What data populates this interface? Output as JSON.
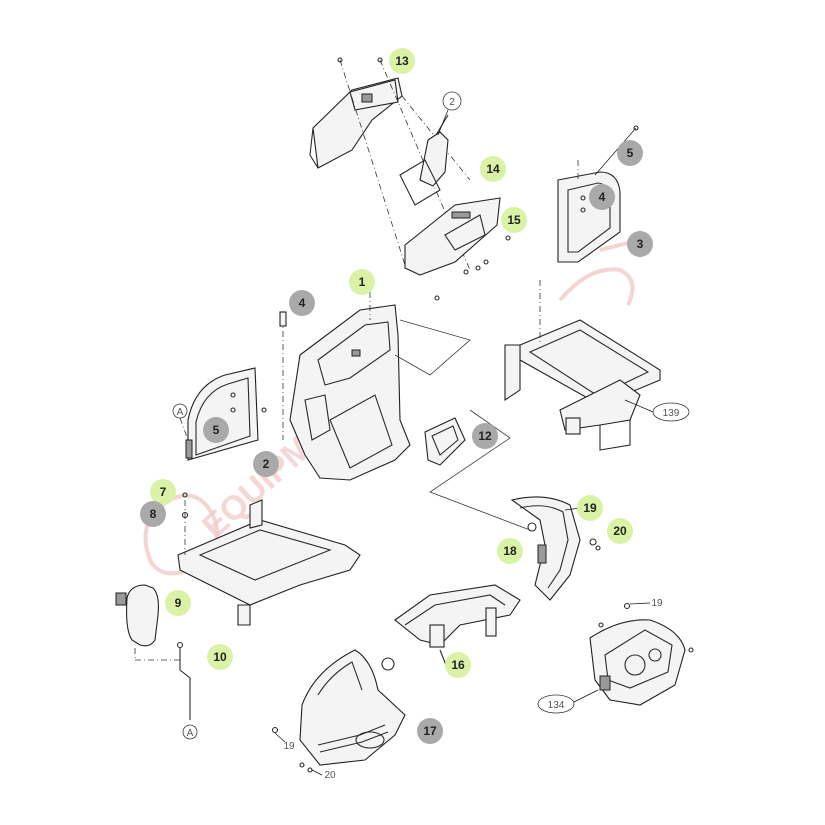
{
  "colors": {
    "badge_green": "#d9f2a6",
    "badge_grey": "#a9a9a9",
    "watermark": "#f3c9c9"
  },
  "watermark": {
    "text": "EQUIPMENT"
  },
  "callouts": [
    {
      "id": "13",
      "style": "green"
    },
    {
      "id": "14",
      "style": "green"
    },
    {
      "id": "15",
      "style": "green"
    },
    {
      "id": "5a",
      "label": "5",
      "style": "grey"
    },
    {
      "id": "4a",
      "label": "4",
      "style": "grey"
    },
    {
      "id": "3",
      "style": "grey"
    },
    {
      "id": "1",
      "style": "green"
    },
    {
      "id": "4b",
      "label": "4",
      "style": "grey"
    },
    {
      "id": "5b",
      "label": "5",
      "style": "grey"
    },
    {
      "id": "2",
      "style": "grey"
    },
    {
      "id": "12",
      "style": "grey"
    },
    {
      "id": "7",
      "style": "green"
    },
    {
      "id": "8",
      "style": "grey"
    },
    {
      "id": "19",
      "style": "green"
    },
    {
      "id": "20",
      "style": "green"
    },
    {
      "id": "18",
      "style": "green"
    },
    {
      "id": "9",
      "style": "green"
    },
    {
      "id": "10",
      "style": "green"
    },
    {
      "id": "16",
      "style": "green"
    },
    {
      "id": "17",
      "style": "grey"
    }
  ],
  "references": {
    "ref_2_top": "2",
    "ref_a_upper": "A",
    "ref_a_lower": "A",
    "ref_139": "139",
    "ref_134": "134",
    "ref_19_right": "19",
    "ref_19_left": "19",
    "ref_20_left": "20"
  }
}
